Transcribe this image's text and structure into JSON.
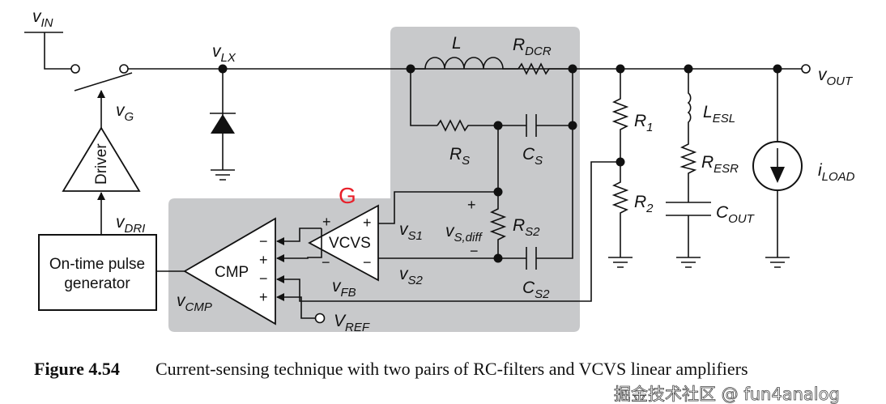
{
  "labels": {
    "vin": {
      "main": "v",
      "sub": "IN"
    },
    "vlx": {
      "main": "v",
      "sub": "LX"
    },
    "vg": {
      "main": "v",
      "sub": "G"
    },
    "vdri": {
      "main": "v",
      "sub": "DRI"
    },
    "vout": {
      "main": "v",
      "sub": "OUT"
    },
    "l": {
      "main": "L",
      "sub": ""
    },
    "rdcr": {
      "main": "R",
      "sub": "DCR"
    },
    "rs": {
      "main": "R",
      "sub": "S"
    },
    "cs": {
      "main": "C",
      "sub": "S"
    },
    "r1": {
      "main": "R",
      "sub": "1"
    },
    "r2": {
      "main": "R",
      "sub": "2"
    },
    "lesl": {
      "main": "L",
      "sub": "ESL"
    },
    "resr": {
      "main": "R",
      "sub": "ESR"
    },
    "cout": {
      "main": "C",
      "sub": "OUT"
    },
    "iload": {
      "main": "i",
      "sub": "LOAD"
    },
    "vs1": {
      "main": "v",
      "sub": "S1"
    },
    "vs2": {
      "main": "v",
      "sub": "S2"
    },
    "vsdiff": {
      "main": "v",
      "sub": "S,diff"
    },
    "rs2": {
      "main": "R",
      "sub": "S2"
    },
    "cs2": {
      "main": "C",
      "sub": "S2"
    },
    "vfb": {
      "main": "v",
      "sub": "FB"
    },
    "vcmp": {
      "main": "v",
      "sub": "CMP"
    },
    "vref": {
      "main": "V",
      "sub": "REF"
    }
  },
  "blocks": {
    "driver": "Driver",
    "pulse_gen_line1": "On-time pulse",
    "pulse_gen_line2": "generator",
    "cmp": "CMP",
    "vcvs": "VCVS"
  },
  "signs": {
    "plus": "+",
    "minus": "−"
  },
  "annotation": {
    "text": "G",
    "color": "#e8202a"
  },
  "caption": {
    "figure": "Figure 4.54",
    "text": "Current-sensing technique with two pairs of RC-filters and VCVS linear amplifiers"
  },
  "watermark": "掘金技术社区 @ fun4analog",
  "colors": {
    "shade": "#c8c9cb",
    "wire": "#111111"
  }
}
